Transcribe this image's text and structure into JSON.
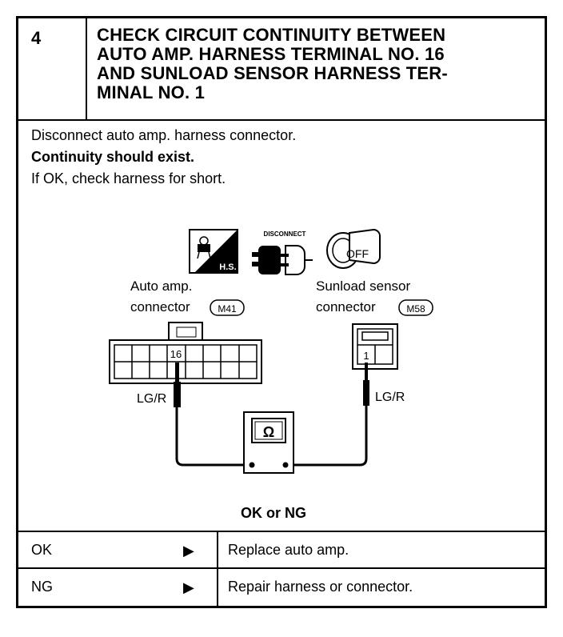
{
  "header": {
    "step": "4",
    "title": "CHECK CIRCUIT CONTINUITY BETWEEN\nAUTO AMP. HARNESS TERMINAL NO. 16\nAND SUNLOAD SENSOR HARNESS TER-\nMINAL NO. 1"
  },
  "instructions": {
    "line1": "Disconnect auto amp. harness connector.",
    "line2": "Continuity should exist.",
    "line3": "If OK, check harness for short."
  },
  "diagram": {
    "icons": {
      "harness_label": "H.S.",
      "disconnect_label": "DISCONNECT",
      "key_label": "OFF"
    },
    "left_connector": {
      "label_line1": "Auto  amp.",
      "label_line2": "connector",
      "code": "M41",
      "terminal": "16",
      "wire": "LG/R"
    },
    "right_connector": {
      "label_line1": "Sunload  sensor",
      "label_line2": "connector",
      "code": "M58",
      "terminal": "1",
      "wire": "LG/R"
    },
    "meter_symbol": "Ω",
    "result_prompt": "OK or NG"
  },
  "results": [
    {
      "key": "OK",
      "arrow": "▶",
      "action": "Replace auto amp."
    },
    {
      "key": "NG",
      "arrow": "▶",
      "action": "Repair harness or connector."
    }
  ]
}
